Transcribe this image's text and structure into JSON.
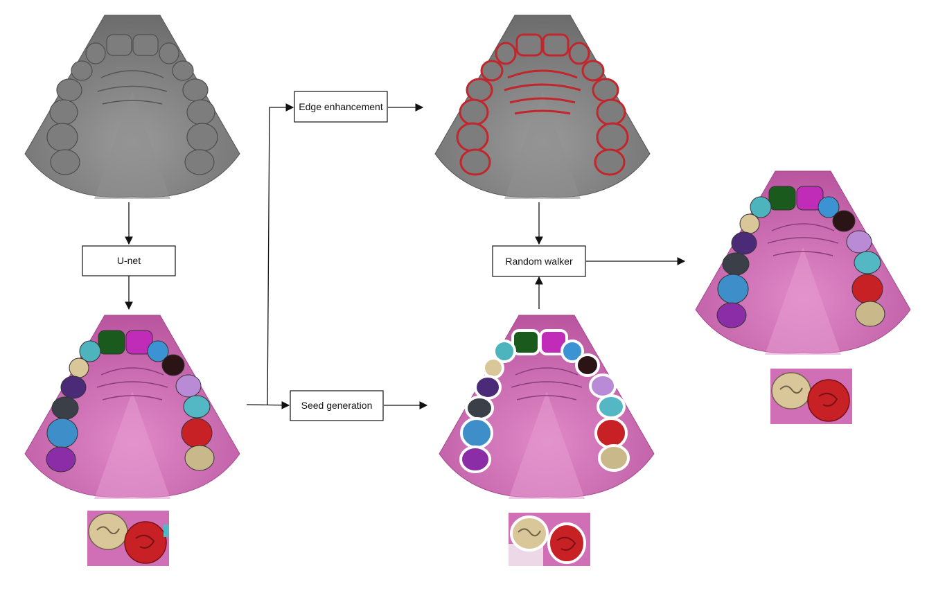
{
  "nodes": {
    "unet": "U-net",
    "edge": "Edge enhancement",
    "seed": "Seed generation",
    "walker": "Random walker"
  },
  "images": {
    "input_scan": "gray-arch-icon",
    "edge_map": "edge-arch-icon",
    "unet_result": "segmented-arch-icon",
    "seed_result": "seeded-arch-icon",
    "final_result": "segmented-arch-icon"
  },
  "colors": {
    "gum": "#d06fb6",
    "scan_gray": "#8a8a8a",
    "edge_red": "#c0262b",
    "arrow": "#111111",
    "box_border": "#111111"
  },
  "teeth_colors": [
    "#8c2da8",
    "#3e8ec9",
    "#3a3f48",
    "#4b2a78",
    "#d9c79a",
    "#4db3bd",
    "#1a5a1c",
    "#c02cb8",
    "#3b93d4",
    "#2a1416",
    "#b98ad6",
    "#54b7c4",
    "#c72126",
    "#c9b88a"
  ]
}
